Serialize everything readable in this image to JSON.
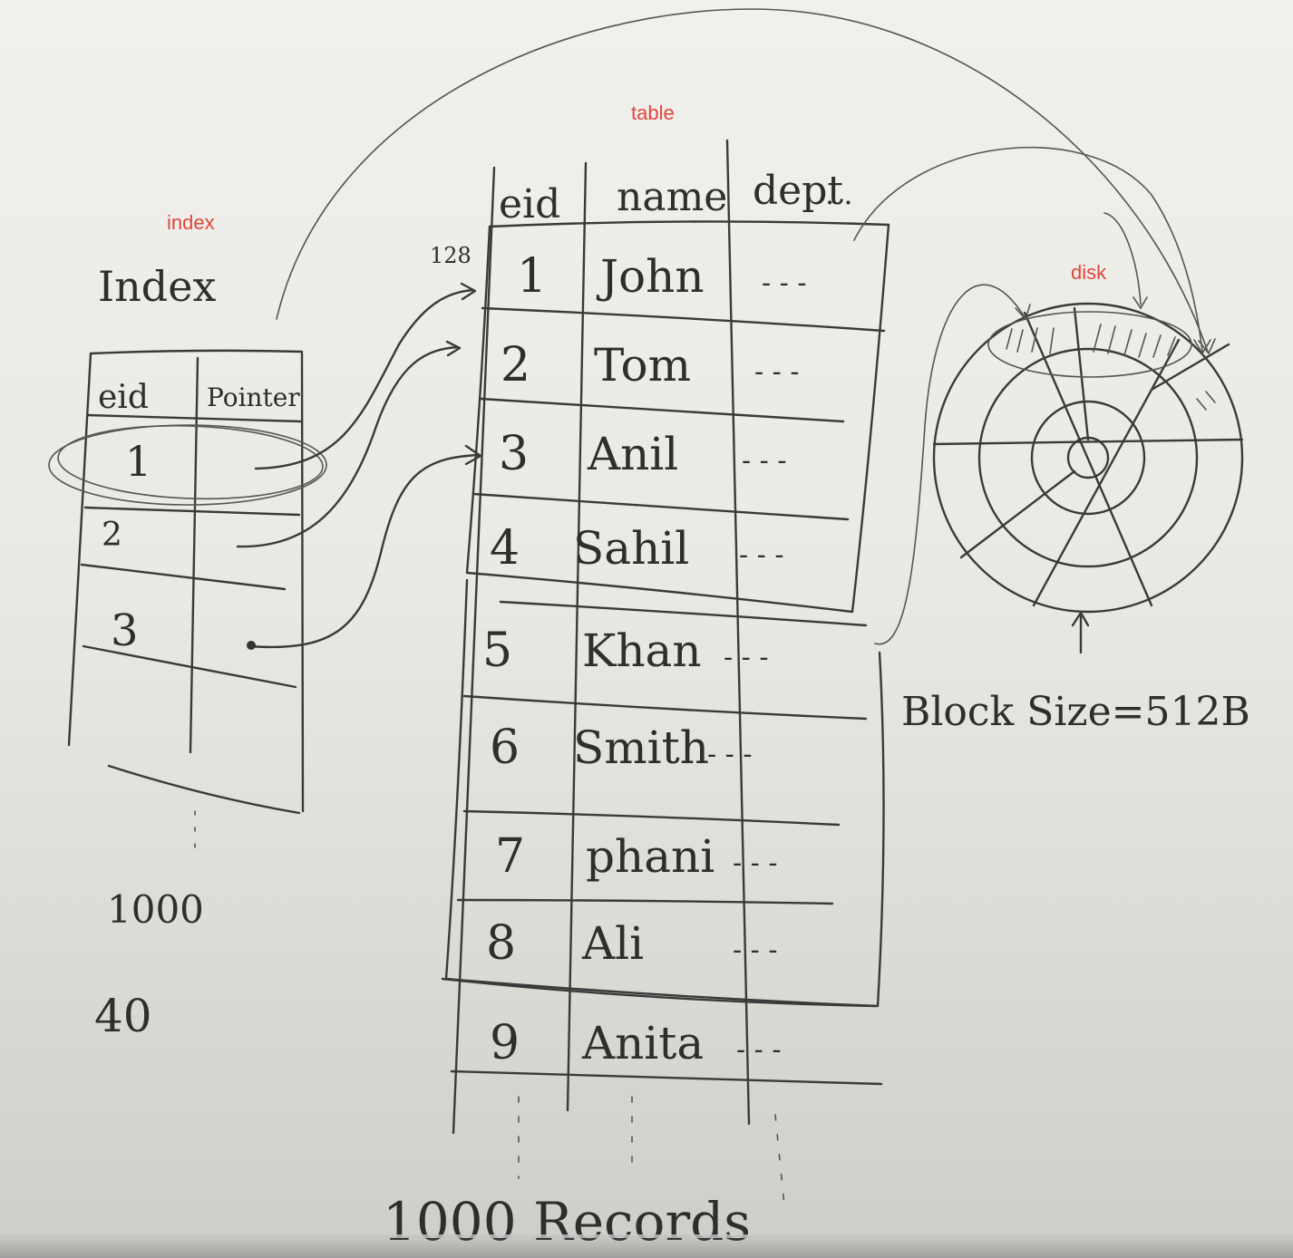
{
  "annotations": {
    "table": "table",
    "index": "index",
    "disk": "disk"
  },
  "index_box": {
    "title": "Index",
    "headers": [
      "eid",
      "Pointer"
    ],
    "rows": [
      "1",
      "2",
      "3"
    ],
    "total": "1000",
    "extra_number": "40"
  },
  "table_box": {
    "headers": [
      "eid",
      "name",
      "dept"
    ],
    "block_address": "128",
    "rows": [
      {
        "eid": "1",
        "name": "John",
        "dept": "- - -"
      },
      {
        "eid": "2",
        "name": "Tom",
        "dept": "- - -"
      },
      {
        "eid": "3",
        "name": "Anil",
        "dept": "- - -"
      },
      {
        "eid": "4",
        "name": "Sahil",
        "dept": "- - -"
      },
      {
        "eid": "5",
        "name": "Khan",
        "dept": "- - -"
      },
      {
        "eid": "6",
        "name": "Smith",
        "dept": "- - -"
      },
      {
        "eid": "7",
        "name": "phani",
        "dept": "- - -"
      },
      {
        "eid": "8",
        "name": "Ali",
        "dept": "- - -"
      },
      {
        "eid": "9",
        "name": "Anita",
        "dept": "- - -"
      }
    ],
    "footer": "1000 Records"
  },
  "disk": {
    "block_size": "Block Size=512B"
  }
}
